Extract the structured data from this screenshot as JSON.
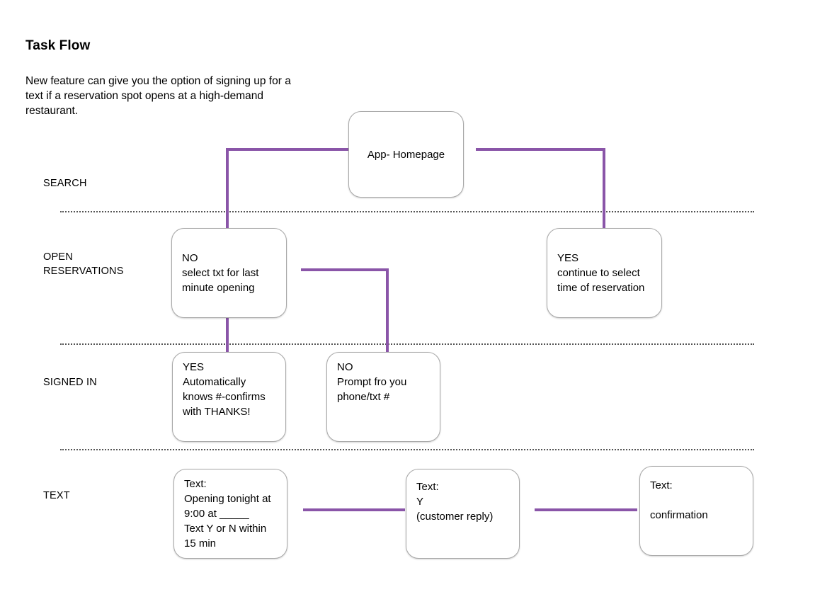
{
  "header": {
    "title": "Task Flow",
    "description": "New feature can give you the option of signing up for a text if a reservation spot opens at a high-demand restaurant."
  },
  "lanes": [
    {
      "label": "SEARCH"
    },
    {
      "label": "OPEN\nRESERVATIONS"
    },
    {
      "label": "SIGNED IN"
    },
    {
      "label": "TEXT"
    }
  ],
  "nodes": {
    "homepage": "App- Homepage",
    "open_no": "NO\nselect txt for last\nminute opening",
    "open_yes": "YES\ncontinue to select\ntime of reservation",
    "signed_yes": "YES\nAutomatically\nknows #-confirms\nwith THANKS!",
    "signed_no": "NO\nPrompt fro you\nphone/txt #",
    "text_offer": "Text:\nOpening tonight at\n9:00 at _____\nText Y or N within\n15 min",
    "text_reply": "Text:\nY\n(customer reply)",
    "text_confirm": "Text:\n\nconfirmation"
  },
  "colors": {
    "connector": "#8a55a8",
    "node_border": "#a8a8a8",
    "separator": "#555555",
    "background": "#ffffff",
    "text": "#000000"
  }
}
